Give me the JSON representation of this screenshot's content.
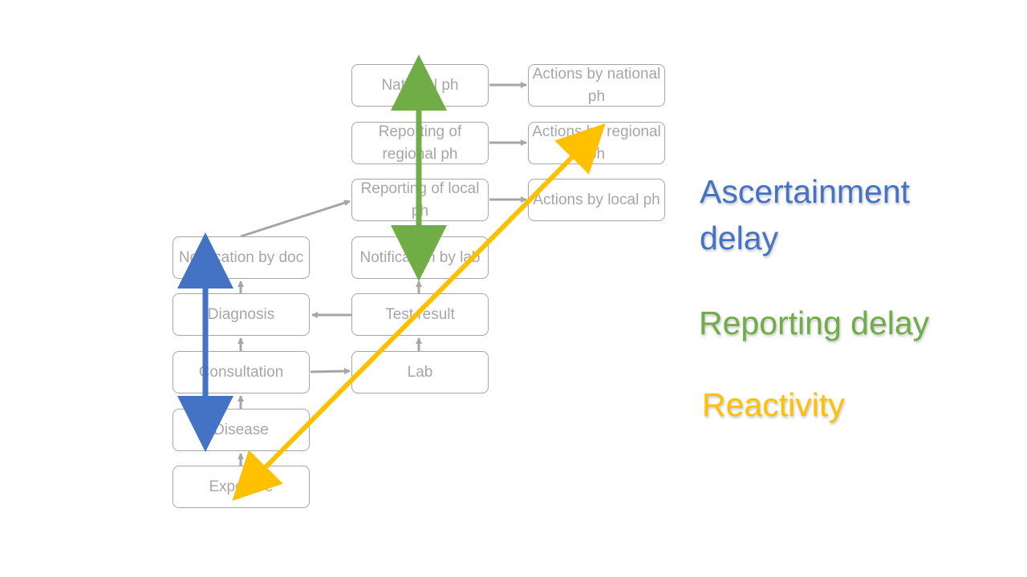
{
  "nodes": {
    "national_ph": "National ph",
    "actions_national": "Actions by national ph",
    "reporting_regional": "Reporting of regional ph",
    "actions_regional": "Actions by regional ph",
    "reporting_local": "Reporting of local ph",
    "actions_local": "Actions by local ph",
    "notification_doc": "Notification by doc",
    "notification_lab": "Notification by lab",
    "diagnosis": "Diagnosis",
    "test_result": "Test result",
    "consultation": "Consultation",
    "lab": "Lab",
    "disease": "Disease",
    "exposure": "Exposure"
  },
  "legend": {
    "ascertainment": "Ascertainment delay",
    "reporting": "Reporting delay",
    "reactivity": "Reactivity"
  },
  "colors": {
    "box_border": "#a6a6a6",
    "box_text": "#a6a6a6",
    "connector": "#a6a6a6",
    "ascertainment": "#4472c4",
    "reporting": "#70ad47",
    "reactivity": "#ffc000"
  }
}
